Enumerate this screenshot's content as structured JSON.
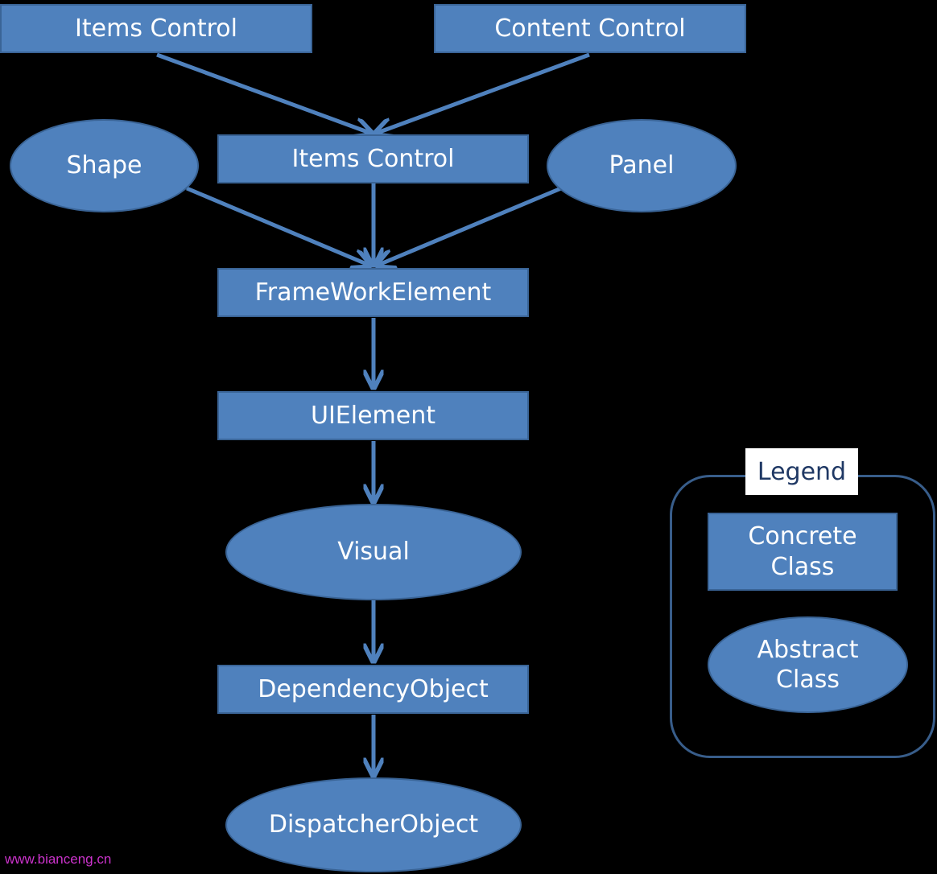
{
  "nodes": {
    "items_control_top": "Items Control",
    "content_control": "Content Control",
    "items_control_mid": "Items Control",
    "shape": "Shape",
    "panel": "Panel",
    "framework_element": "FrameWorkElement",
    "ui_element": "UIElement",
    "visual": "Visual",
    "dependency_object": "DependencyObject",
    "dispatcher_object": "DispatcherObject"
  },
  "legend": {
    "title": "Legend",
    "concrete": "Concrete\nClass",
    "abstract": "Abstract\nClass"
  },
  "watermark": "www.bianceng.cn",
  "colors": {
    "background": "#000000",
    "node_fill": "#4f81bd",
    "edge": "#4f81bd",
    "text": "#ffffff",
    "legend_border": "#385d8a",
    "watermark": "#cc33cc"
  }
}
